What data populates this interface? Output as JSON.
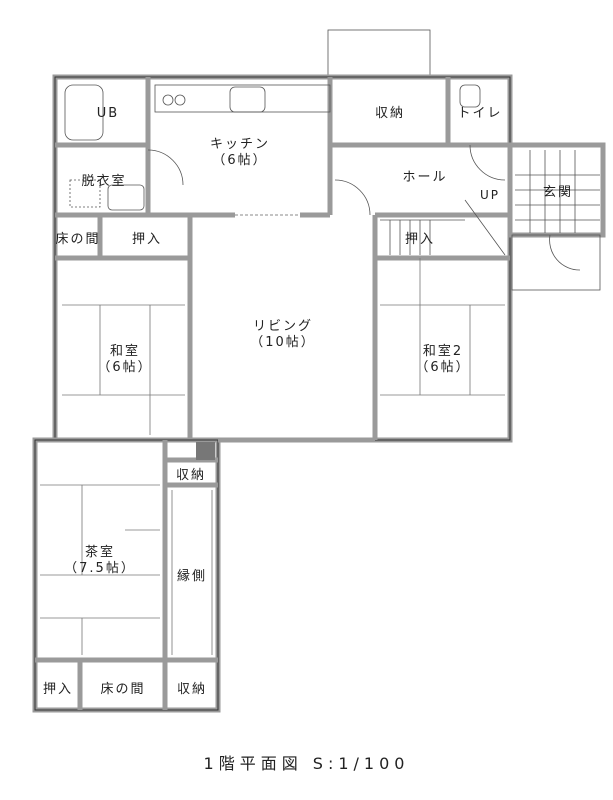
{
  "plan": {
    "title": "1階平面図 S:1/100",
    "rooms": {
      "bath": "UB",
      "kitchen": "キッチン",
      "kitchen_size": "（6帖）",
      "storage_top": "収納",
      "toilet": "トイレ",
      "dressing": "脱衣室",
      "hall": "ホール",
      "up": "UP",
      "entrance": "玄関",
      "alcove_top": "床の間",
      "closet_top": "押入",
      "closet_stair": "押入",
      "washitsu": "和室",
      "washitsu_size": "（6帖）",
      "living": "リビング",
      "living_size": "（10帖）",
      "washitsu2": "和室2",
      "washitsu2_size": "（6帖）",
      "storage_small": "収納",
      "chashitsu": "茶室",
      "chashitsu_size": "（7.5帖）",
      "engawa": "縁側",
      "closet_bottom": "押入",
      "alcove_bottom": "床の間",
      "storage_bottom": "収納"
    }
  }
}
